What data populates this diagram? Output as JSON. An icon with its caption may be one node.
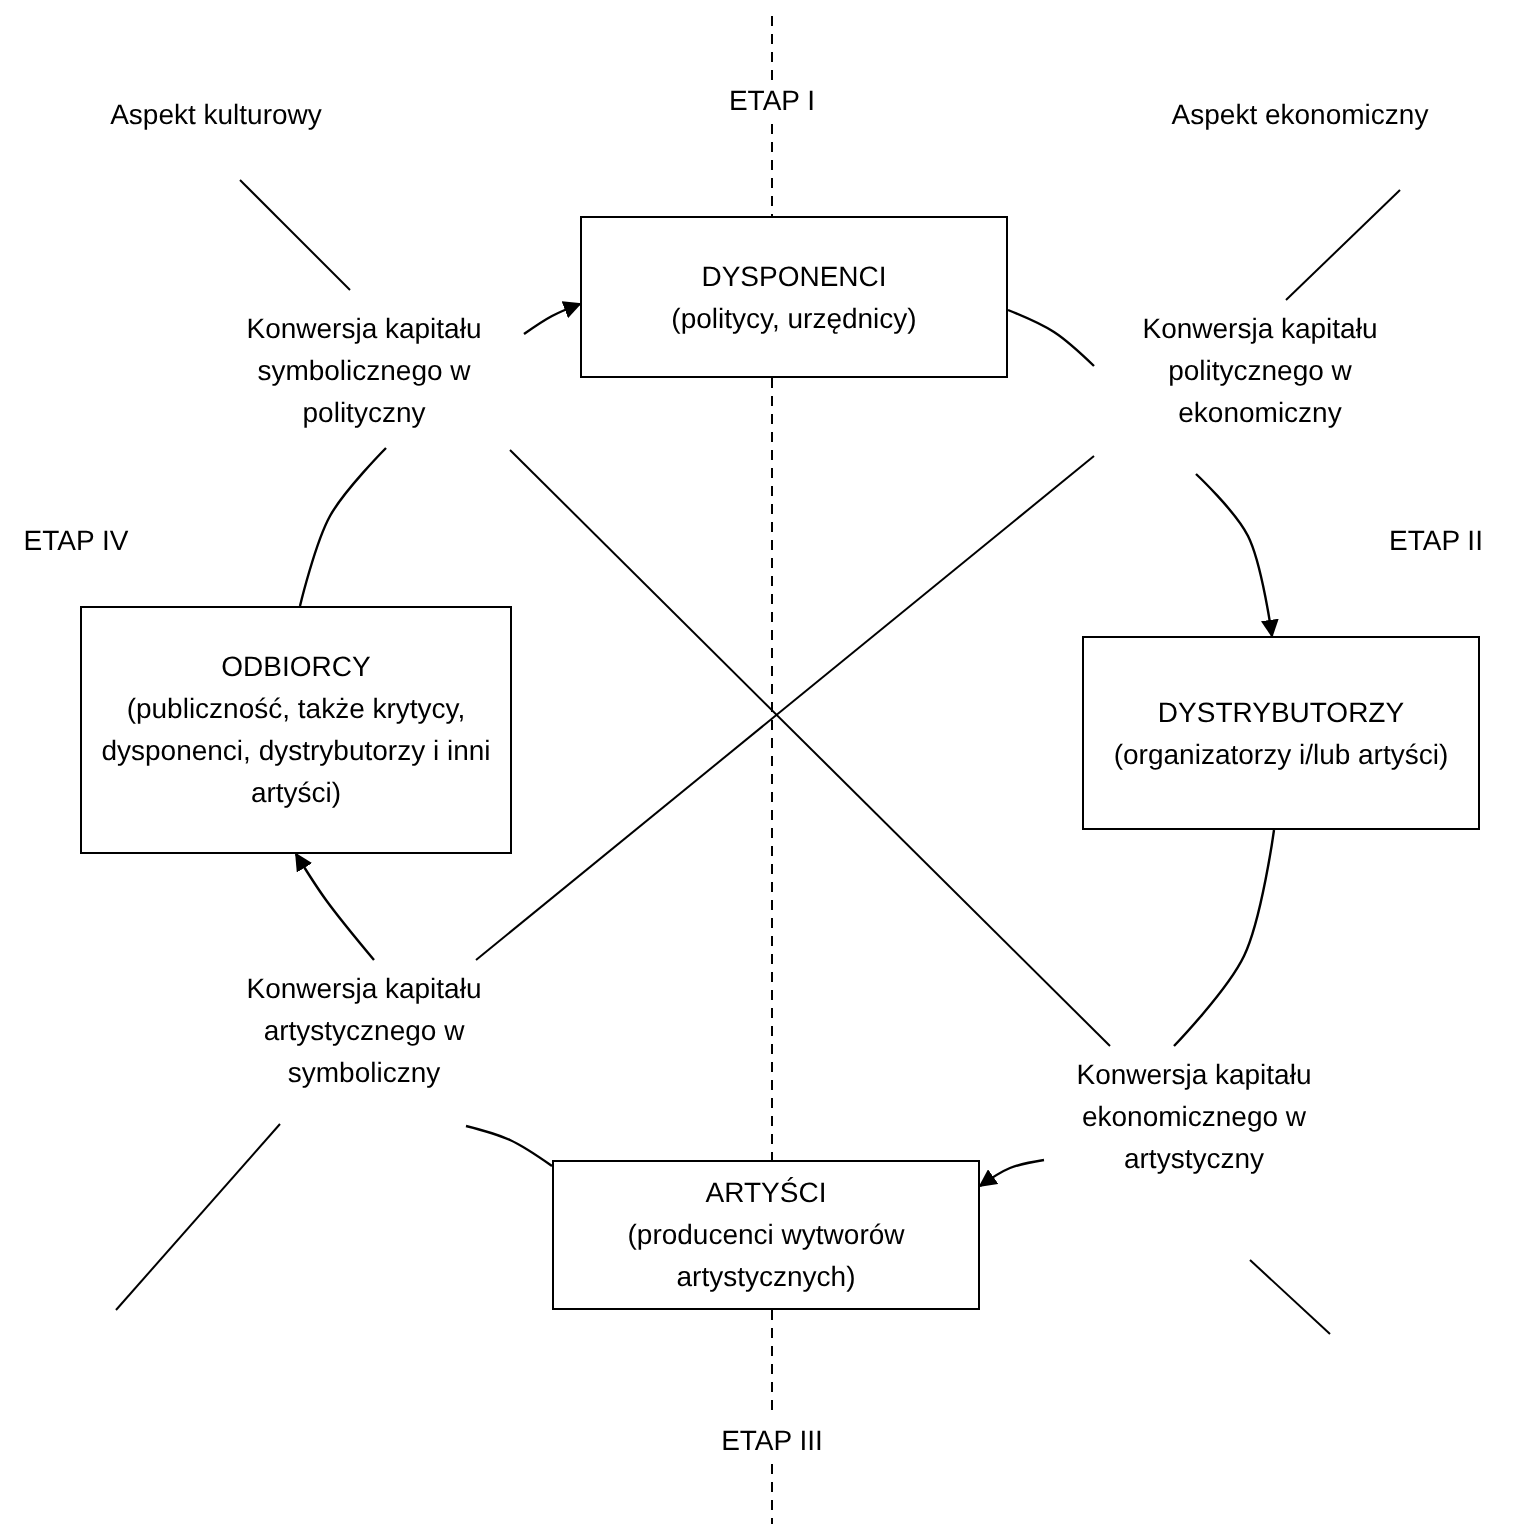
{
  "diagram": {
    "nodes": [
      {
        "text": [
          "DYSPONENCI",
          "(politycy, urzędnicy)"
        ]
      },
      {
        "text": [
          "Konwersja kapitału symbolicznego w polityczny"
        ]
      },
      {
        "text": [
          "Konwersja kapitału politycznego w ekonomiczny"
        ]
      },
      {
        "text": [
          "ODBIORCY",
          "(publiczność, także krytycy, dysponenci, dystrybutorzy i inni artyści)"
        ]
      },
      {
        "text": [
          "DYSTRYBUTORZY",
          "(organizatorzy i/lub artyści)"
        ]
      },
      {
        "text": [
          "Konwersja kapitału artystycznego w symboliczny"
        ]
      },
      {
        "text": [
          "Konwersja kapitału ekonomicznego w artystyczny"
        ]
      },
      {
        "text": [
          "ARTYŚCI",
          "(producenci wytworów artystycznych)"
        ]
      }
    ],
    "edges": [
      {
        "from": 1,
        "to": 0,
        "arrow": "to"
      },
      {
        "from": 0,
        "to": 2,
        "arrow": "none"
      },
      {
        "from": 2,
        "to": 4,
        "arrow": "to"
      },
      {
        "from": 4,
        "to": 6,
        "arrow": "none"
      },
      {
        "from": 6,
        "to": 7,
        "arrow": "to"
      },
      {
        "from": 7,
        "to": 5,
        "arrow": "none"
      },
      {
        "from": 5,
        "to": 3,
        "arrow": "to"
      },
      {
        "from": 3,
        "to": 1,
        "arrow": "none"
      }
    ],
    "labels": [
      "ETAP I",
      "Aspekt kulturowy",
      "Aspekt ekonomiczny",
      "ETAP IV",
      "ETAP II",
      "ETAP III"
    ]
  }
}
